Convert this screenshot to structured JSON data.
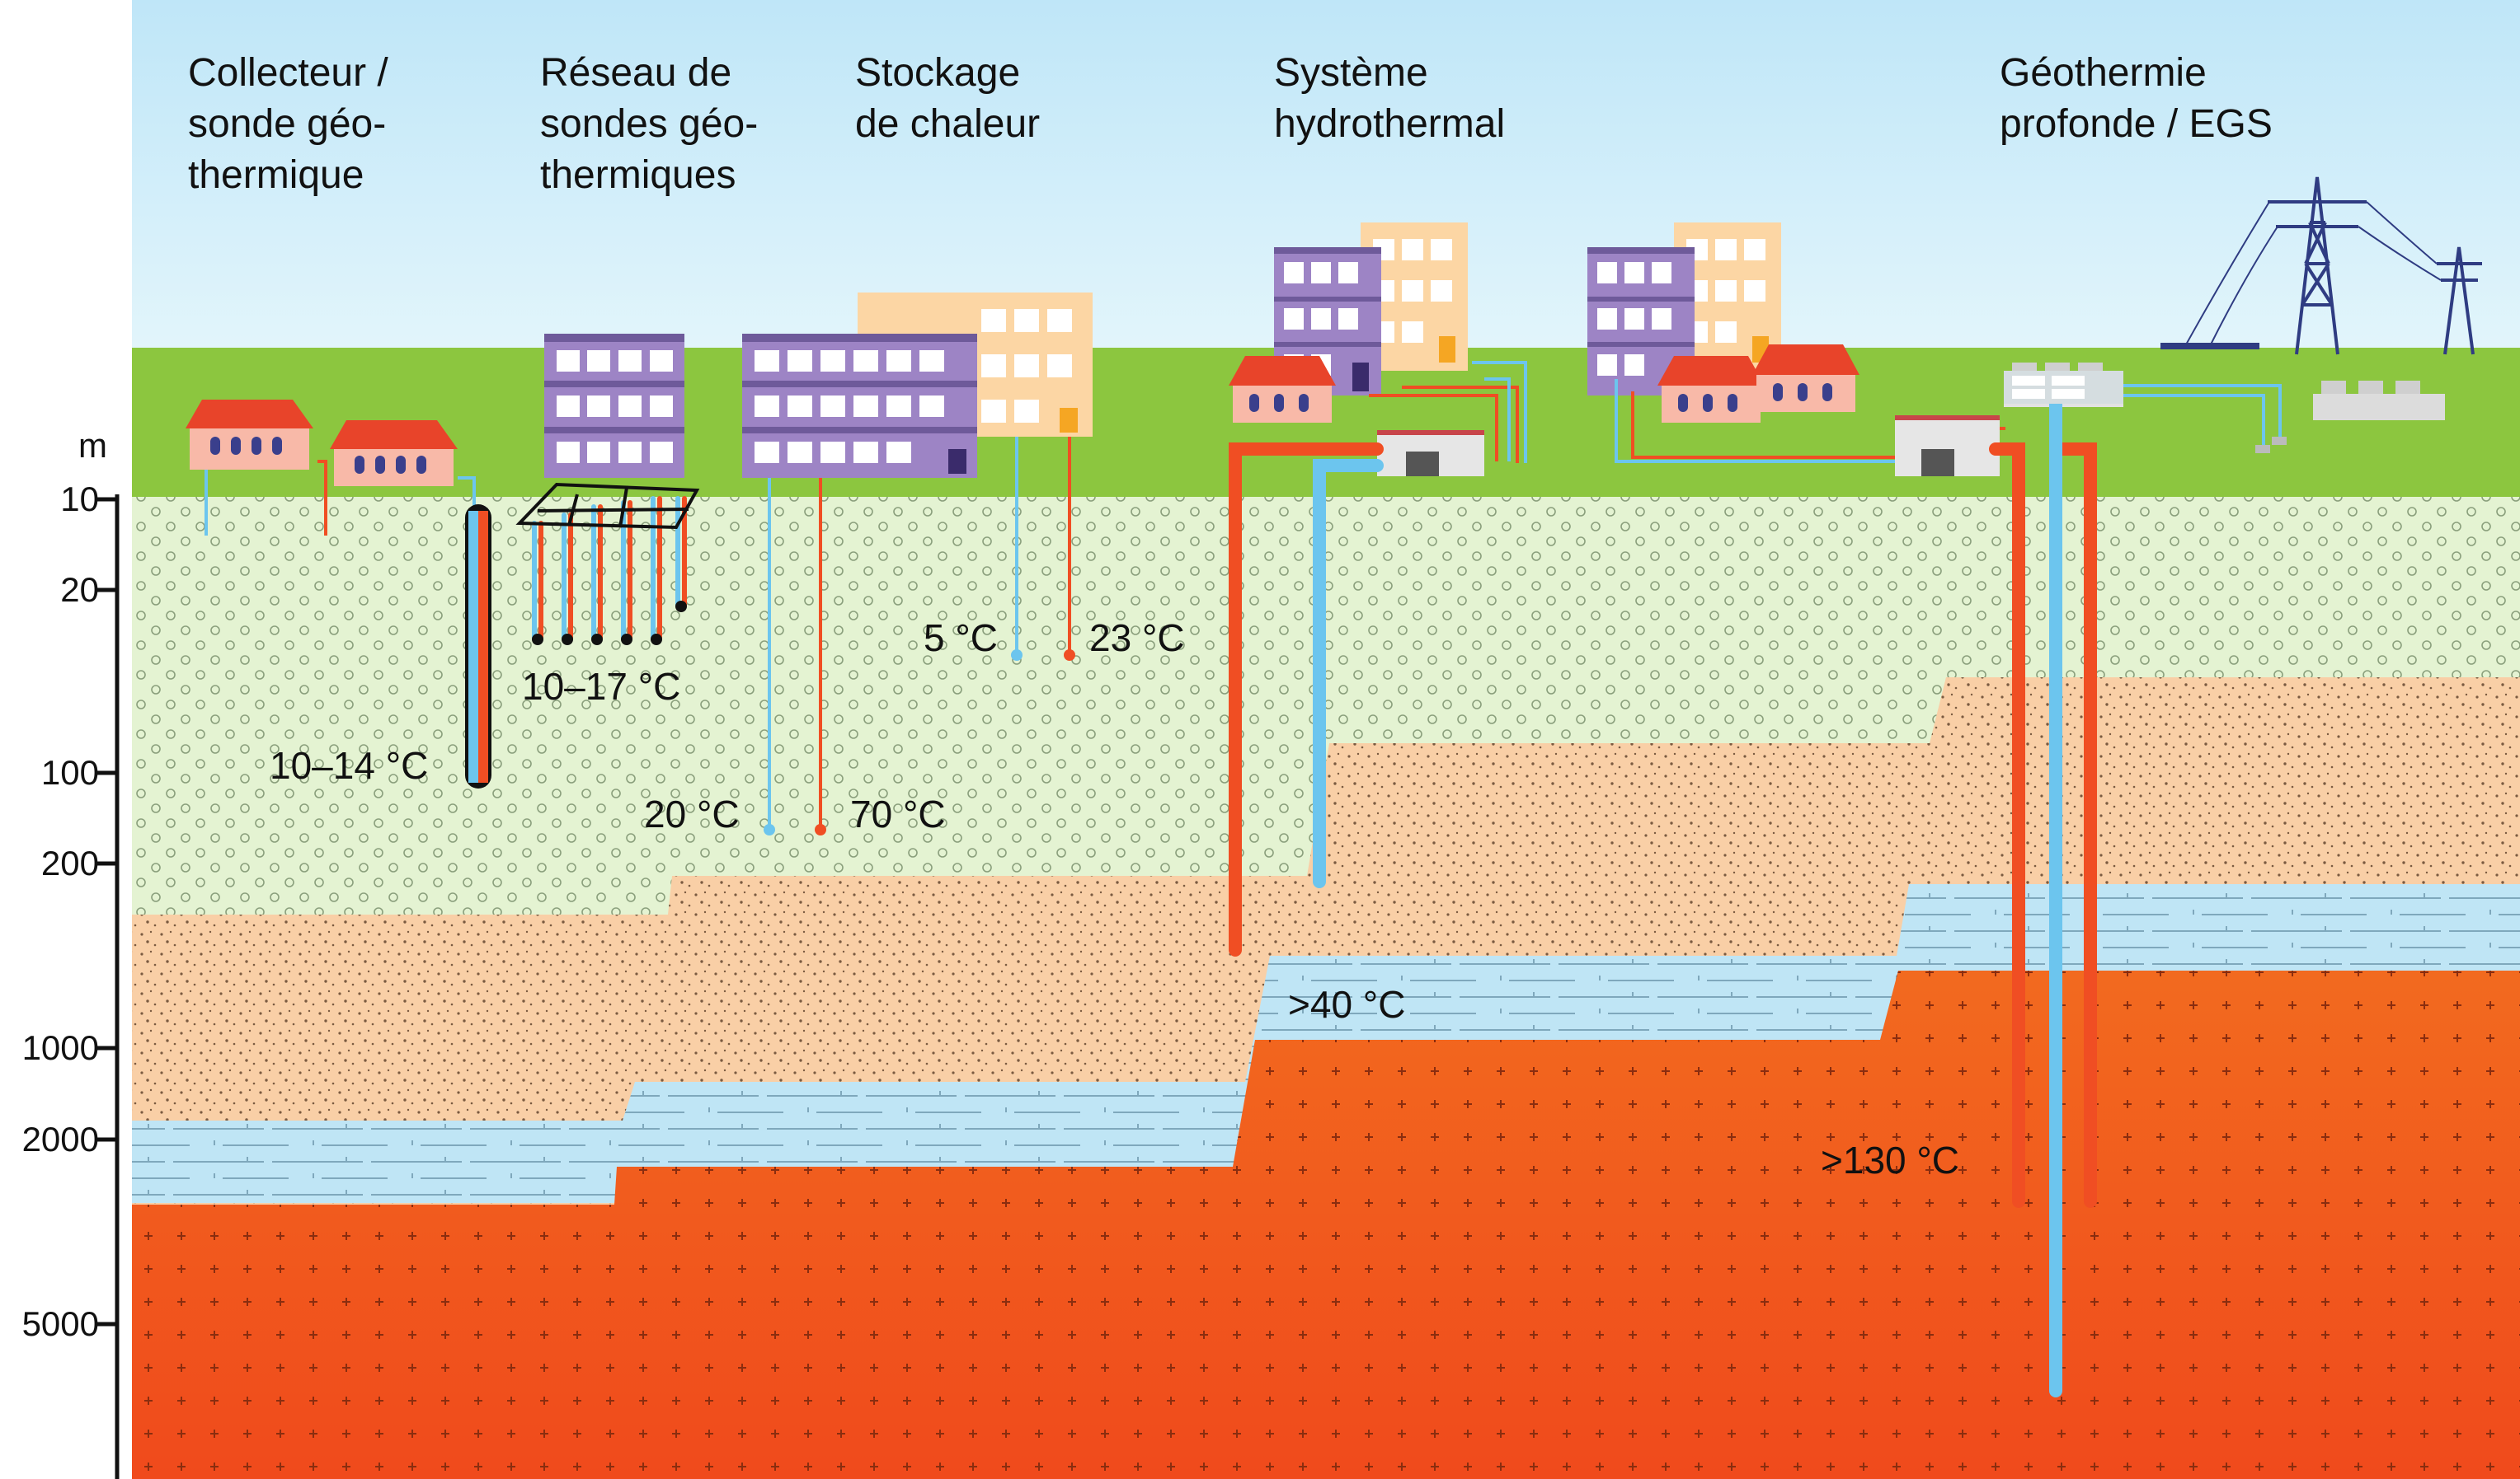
{
  "depth_axis": {
    "unit": "m",
    "ticks": [
      "10",
      "20",
      "100",
      "200",
      "1000",
      "2000",
      "5000"
    ]
  },
  "categories": [
    "Collecteur /\nsonde géo-\nthermique",
    "Réseau de\nsondes géo-\nthermiques",
    "Stockage\nde chaleur",
    "Système\nhydrothermal",
    "Géothermie\nprofonde / EGS"
  ],
  "temperatures": {
    "collector": "10–14 °C",
    "field": "10–17 °C",
    "store_cold": "5 °C",
    "store_warm": "23 °C",
    "aquifer_cold": "20 °C",
    "aquifer_hot": "70 °C",
    "hydrothermal": ">40 °C",
    "egs": ">130 °C"
  },
  "colors": {
    "sky": "#cfeefa",
    "grass": "#8cc63f",
    "gravel_layer": "#e4f3d2",
    "sand_layer": "#f9cfa6",
    "aquifer_layer": "#bfe5f5",
    "hot_rock": "#f06a1f",
    "pipe_hot": "#f04e23",
    "pipe_cold": "#6cc5ee"
  }
}
